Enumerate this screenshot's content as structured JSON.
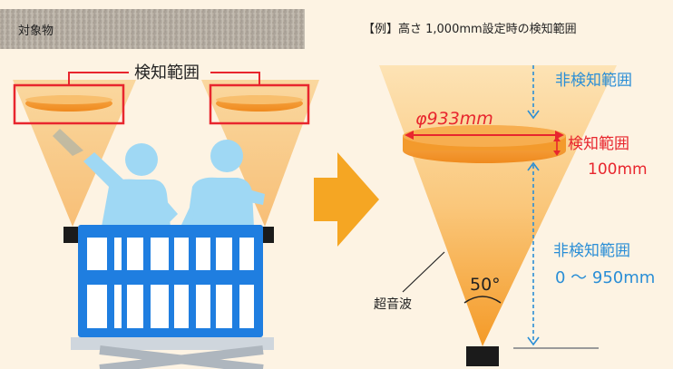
{
  "target_label": "対象物",
  "left_detect_label": "検知範囲",
  "example_title": "【例】高さ 1,000mm設定時の検知範囲",
  "non_detect_top": "非検知範囲",
  "diameter_label": "φ933mm",
  "detect_label": "検知範囲",
  "detect_height": "100mm",
  "non_detect_bottom": "非検知範囲",
  "non_detect_range": "0 〜 950mm",
  "angle_label": "50°",
  "wave_label": "超音波",
  "colors": {
    "background": "#fdf3e3",
    "beam": "#f7b34a",
    "disc": "#f39a2c",
    "highlight_red": "#e8262e",
    "blue_text": "#2a8ed6",
    "lift_blue": "#1f7ee0",
    "person_blue": "#9fd8f4",
    "arrow_orange": "#f5a623"
  },
  "icons": [
    "sensor-icon",
    "person-icon",
    "arrow-right-icon",
    "scissor-lift-icon"
  ]
}
